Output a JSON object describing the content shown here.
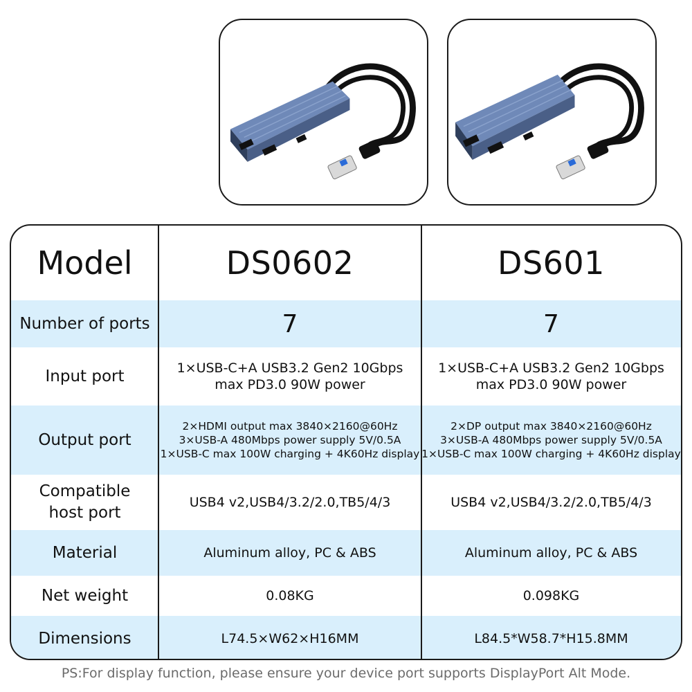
{
  "products": [
    {
      "name": "DS0602",
      "image": "usb-hub-photo-hdmi",
      "body_color": "#5b77a6"
    },
    {
      "name": "DS601",
      "image": "usb-hub-photo-dp",
      "body_color": "#5b77a6"
    }
  ],
  "header": {
    "label": "Model",
    "col_a": "DS0602",
    "col_b": "DS601"
  },
  "rows": [
    {
      "label": [
        "Number of ports"
      ],
      "a": [
        "7"
      ],
      "b": [
        "7"
      ]
    },
    {
      "label": [
        "Input port"
      ],
      "a": [
        "1×USB-C+A USB3.2 Gen2 10Gbps",
        "max PD3.0 90W power"
      ],
      "b": [
        "1×USB-C+A USB3.2 Gen2 10Gbps",
        "max PD3.0 90W power"
      ]
    },
    {
      "label": [
        "Output port"
      ],
      "a": [
        "2×HDMI output max 3840×2160@60Hz",
        "3×USB-A 480Mbps power supply 5V/0.5A",
        "1×USB-C max 100W charging + 4K60Hz display"
      ],
      "b": [
        "2×DP output max 3840×2160@60Hz",
        "3×USB-A 480Mbps power supply 5V/0.5A",
        "1×USB-C max 100W charging + 4K60Hz display"
      ]
    },
    {
      "label": [
        "Compatible",
        "host port"
      ],
      "a": [
        "USB4 v2,USB4/3.2/2.0,TB5/4/3"
      ],
      "b": [
        "USB4 v2,USB4/3.2/2.0,TB5/4/3"
      ]
    },
    {
      "label": [
        "Material"
      ],
      "a": [
        "Aluminum alloy, PC & ABS"
      ],
      "b": [
        "Aluminum alloy, PC & ABS"
      ]
    },
    {
      "label": [
        "Net weight"
      ],
      "a": [
        "0.08KG"
      ],
      "b": [
        "0.098KG"
      ]
    },
    {
      "label": [
        "Dimensions"
      ],
      "a": [
        "L74.5×W62×H16MM"
      ],
      "b": [
        "L84.5*W58.7*H15.8MM"
      ]
    }
  ],
  "note": "PS:For display function, please ensure your device port supports DisplayPort Alt Mode.",
  "colors": {
    "row_highlight": "#d9effc",
    "border": "#1a1a1a",
    "note_text": "#6b6b6b"
  }
}
